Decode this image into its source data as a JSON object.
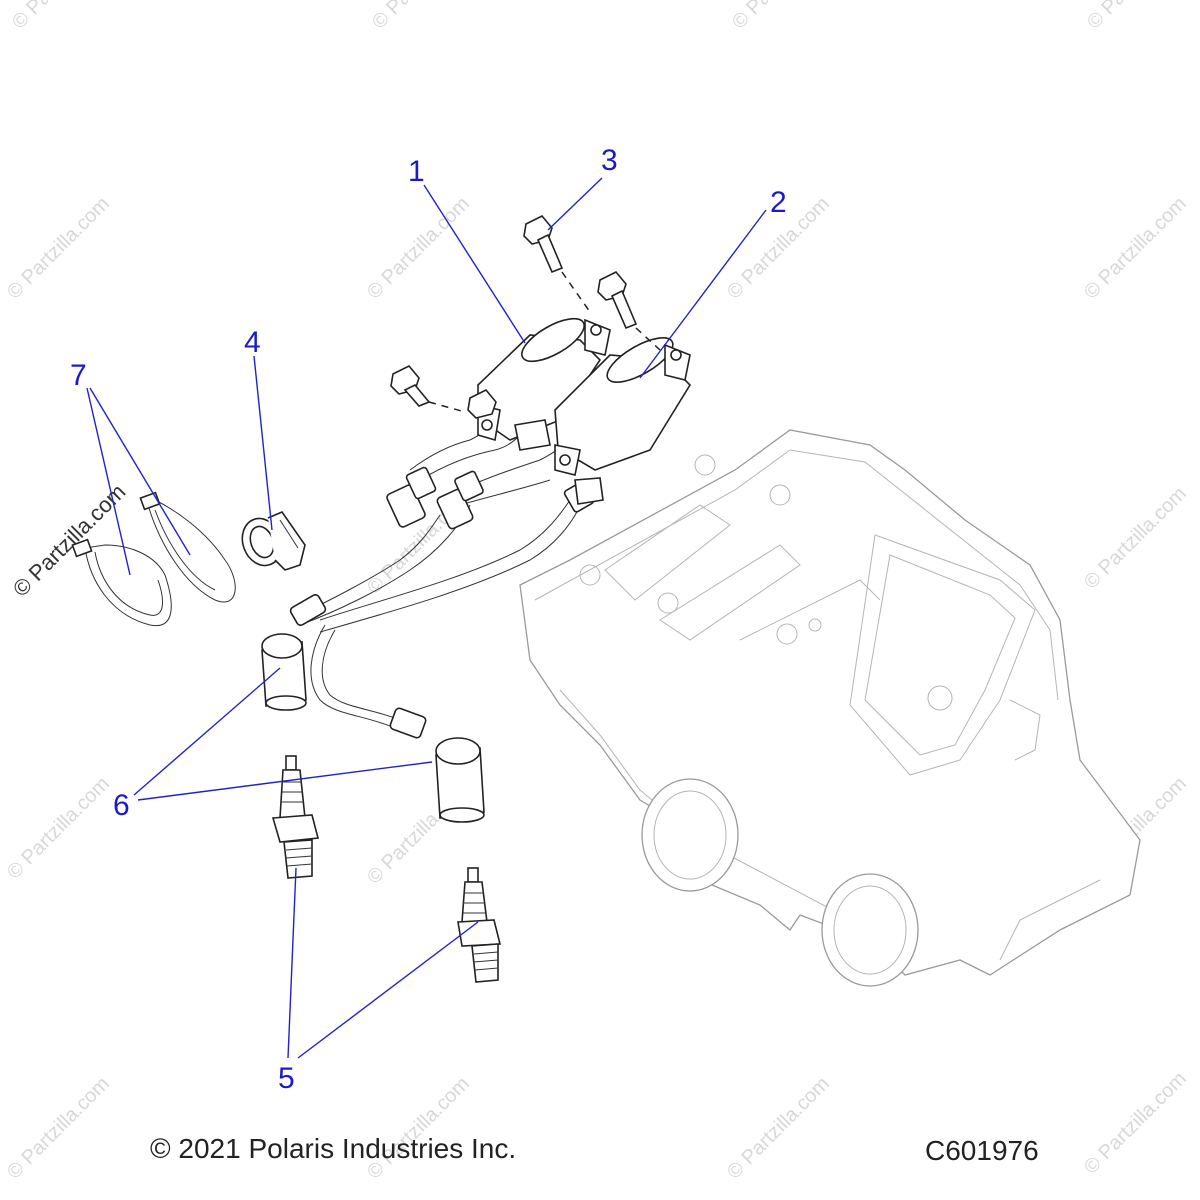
{
  "watermark": {
    "text": "© Partzilla.com",
    "featured_text": "© Partzilla.com"
  },
  "callouts": [
    "1",
    "2",
    "3",
    "4",
    "5",
    "6",
    "7"
  ],
  "footer": {
    "copyright": "© 2021 Polaris Industries Inc.",
    "diagram_code": "C601976"
  },
  "colors": {
    "callout": "#1a1acc",
    "line": "#222222",
    "airbox": "#9a9a9a",
    "watermark": "#d8d8d8"
  }
}
